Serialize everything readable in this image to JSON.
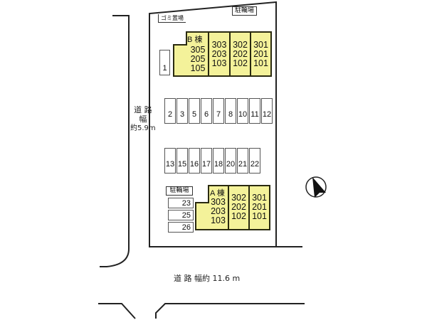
{
  "site_plan": {
    "facilities": {
      "garbage": "ゴミ置場",
      "bicycle_top": "駐輪場",
      "bicycle_bottom": "駐輪場"
    },
    "roads": {
      "left": {
        "line1": "道 路",
        "line2": "幅",
        "line3": "約5.9m"
      },
      "bottom": "道 路 幅約 11.6 m"
    },
    "building_b": {
      "name": "B 棟",
      "columns": [
        [
          "305",
          "205",
          "105"
        ],
        [
          "303",
          "203",
          "103"
        ],
        [
          "302",
          "202",
          "102"
        ],
        [
          "301",
          "201",
          "101"
        ]
      ]
    },
    "building_a": {
      "name": "A 棟",
      "columns": [
        [
          "303",
          "203",
          "103"
        ],
        [
          "302",
          "202",
          "102"
        ],
        [
          "301",
          "201",
          "101"
        ]
      ]
    },
    "parking": {
      "slot_1": "1",
      "row_top": [
        "2",
        "3",
        "5",
        "6",
        "7",
        "8",
        "10",
        "11",
        "12"
      ],
      "row_mid": [
        "13",
        "15",
        "16",
        "17",
        "18",
        "20",
        "21",
        "22"
      ],
      "row_side": [
        "23",
        "25",
        "26"
      ]
    },
    "compass": "north-arrow",
    "colors": {
      "building_fill": "#f4f29a",
      "outline": "#222222"
    }
  }
}
